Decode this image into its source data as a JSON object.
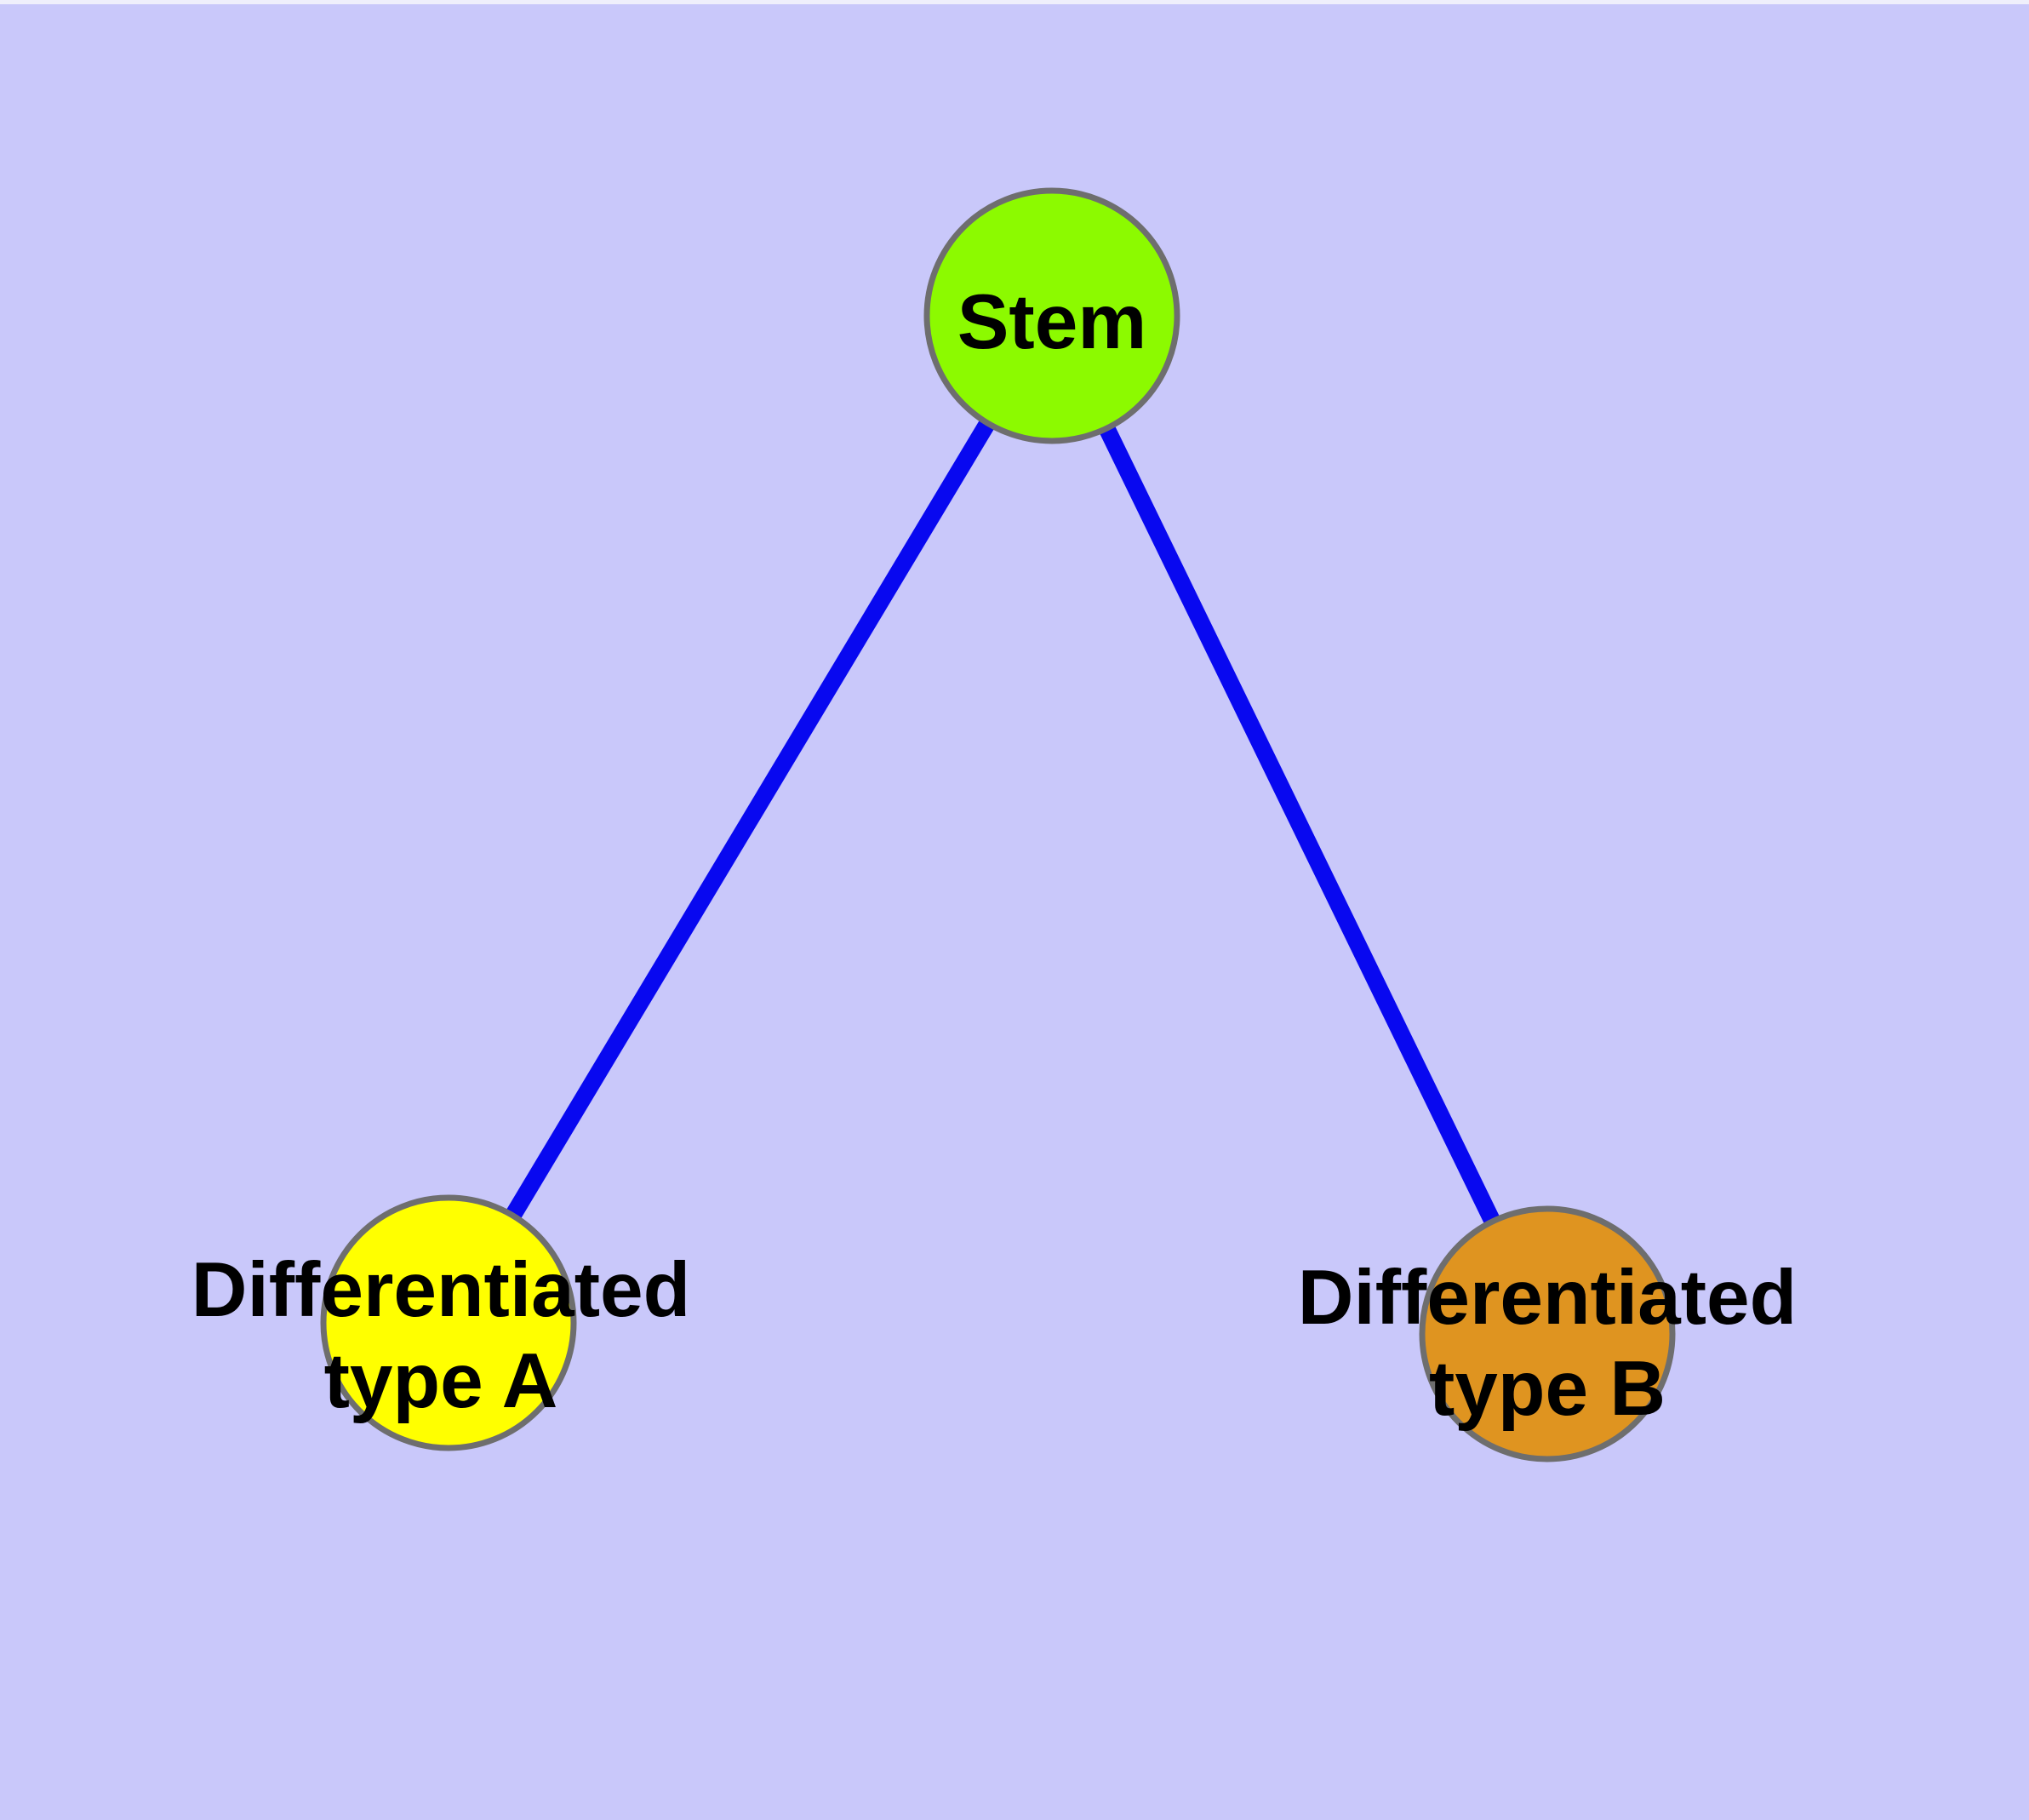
{
  "diagram": {
    "type": "graph",
    "background_color": "#C9C8FA",
    "top_strip_color": "#EFEFFB",
    "edge_color": "#0808F0",
    "node_border_color": "#6E6E6E",
    "label_color": "#000000",
    "nodes": [
      {
        "id": "stem",
        "label": "Stem",
        "fill": "#8CFA00"
      },
      {
        "id": "differentiated-type-a",
        "label": "Differentiated type A",
        "label_line1": "Differentiated",
        "label_line2": "type A",
        "fill": "#FFFF00"
      },
      {
        "id": "differentiated-type-b",
        "label": "Differentiated type B",
        "label_line1": "Differentiated",
        "label_line2": "type B",
        "fill": "#DF9420"
      }
    ],
    "edges": [
      {
        "from": "stem",
        "to": "differentiated-type-a"
      },
      {
        "from": "stem",
        "to": "differentiated-type-b"
      }
    ]
  }
}
